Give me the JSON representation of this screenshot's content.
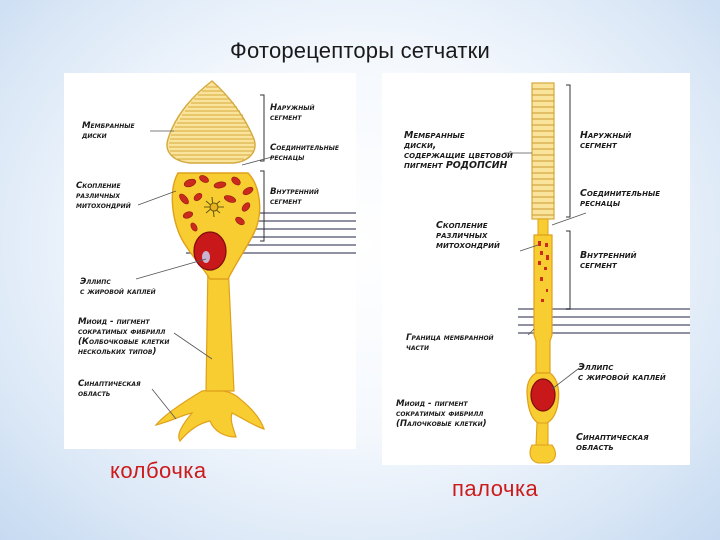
{
  "title": "Фоторецепторы сетчатки",
  "captions": {
    "cone": "колбочка",
    "rod": "палочка"
  },
  "cone": {
    "labels": {
      "membrane_discs": [
        "Мембранные",
        "диски"
      ],
      "outer_segment": [
        "Наружный",
        "сегмент"
      ],
      "connecting_cilia": [
        "Соединительные",
        "реснацы"
      ],
      "mitochondria": [
        "Скопление",
        "различных",
        "митохондрий"
      ],
      "inner_segment": [
        "Внутренний",
        "сегмент"
      ],
      "ellipse": [
        "Эллипс",
        "с жировой каплей"
      ],
      "myoid": [
        "Миоид - пигмент",
        "сократимых фибрилл",
        "(Колбочковые клетки",
        "нескольких типов)"
      ],
      "synaptic": [
        "Синаптическая",
        "область"
      ]
    }
  },
  "rod": {
    "labels": {
      "membrane_discs": [
        "Мембранные",
        "диски,",
        "содержащие цветовой",
        "пигмент РОДОПСИН"
      ],
      "outer_segment": [
        "Наружный",
        "сегмент"
      ],
      "connecting_cilia": [
        "Соединительные",
        "реснацы"
      ],
      "mitochondria": [
        "Скопление",
        "различных",
        "митохондрий"
      ],
      "inner_segment": [
        "Внутренний",
        "сегмент"
      ],
      "membrane_border": [
        "Граница мембранной",
        "части"
      ],
      "ellipse": [
        "Эллипс",
        "с жировой каплей"
      ],
      "myoid": [
        "Миоид - пигмент",
        "сократимых фибрилл",
        "(Палочковые клетки)"
      ],
      "synaptic": [
        "Синаптическая",
        "область"
      ]
    }
  },
  "colors": {
    "cell_fill": "#f7cd32",
    "cell_stroke": "#e0a11a",
    "outer_segment_fill": "#fae39a",
    "disc_line": "#d4a93e",
    "nucleus_fill": "#c8181a",
    "mitochondria_fill": "#cc2a1c",
    "membrane_line": "#8f91a3",
    "caption_color": "#cc1b1b"
  }
}
